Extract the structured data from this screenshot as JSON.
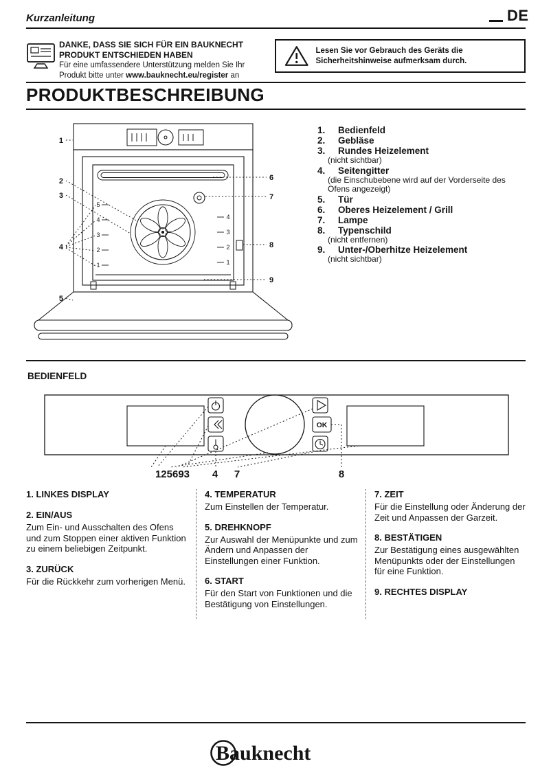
{
  "page": {
    "doc_title": "Kurzanleitung",
    "language_code": "DE"
  },
  "register_note": {
    "heading_line1": "DANKE, DASS SIE SICH FÜR EIN BAUKNECHT",
    "heading_line2": "PRODUKT ENTSCHIEDEN HABEN",
    "body_line1": "Für eine umfassendere Unterstützung melden Sie Ihr",
    "body_line2_pre": "Produkt bitte unter ",
    "body_line2_link": "www.bauknecht.eu/register",
    "body_line2_post": " an"
  },
  "safety_warning": {
    "text": "Lesen Sie vor Gebrauch des Geräts die Sicherheitshinweise aufmerksam durch."
  },
  "product_section": {
    "title": "PRODUKTBESCHREIBUNG",
    "parts": [
      {
        "num": "1.",
        "label": "Bedienfeld",
        "note": ""
      },
      {
        "num": "2.",
        "label": "Gebläse",
        "note": ""
      },
      {
        "num": "3.",
        "label": "Rundes Heizelement",
        "note": "(nicht sichtbar)"
      },
      {
        "num": "4.",
        "label": "Seitengitter",
        "note": "(die Einschubebene wird auf der Vorderseite des Ofens angezeigt)"
      },
      {
        "num": "5.",
        "label": "Tür",
        "note": ""
      },
      {
        "num": "6.",
        "label": "Oberes Heizelement / Grill",
        "note": ""
      },
      {
        "num": "7.",
        "label": "Lampe",
        "note": ""
      },
      {
        "num": "8.",
        "label": "Typenschild",
        "note": "(nicht entfernen)"
      },
      {
        "num": "9.",
        "label": "Unter-/Oberhitze Heizelement",
        "note": "(nicht sichtbar)"
      }
    ]
  },
  "oven_diagram": {
    "callout_1": "1",
    "callout_2": "2",
    "callout_3": "3",
    "callout_4": "4",
    "callout_5": "5",
    "callout_6": "6",
    "callout_7": "7",
    "callout_8": "8",
    "callout_9": "9",
    "shelf_left": [
      "5",
      "4",
      "3",
      "2",
      "1"
    ],
    "shelf_right": [
      "4",
      "3",
      "2",
      "1"
    ]
  },
  "panel_section": {
    "title": "BEDIENFELD",
    "ok_label": "OK",
    "callout_cluster": "125693",
    "callout_temp": "4",
    "callout_time": "7",
    "callout_confirm": "8"
  },
  "legend": {
    "col1": [
      {
        "title": "1. LINKES DISPLAY",
        "body": ""
      },
      {
        "title": "2. EIN/AUS",
        "body": "Zum Ein- und Ausschalten des Ofens und zum Stoppen einer aktiven Funktion zu einem beliebigen Zeitpunkt."
      },
      {
        "title": "3. ZURÜCK",
        "body": "Für die Rückkehr zum vorherigen Menü."
      }
    ],
    "col2": [
      {
        "title": "4. TEMPERATUR",
        "body": "Zum Einstellen der Temperatur."
      },
      {
        "title": "5. DREHKNOPF",
        "body": "Zur Auswahl der Menüpunkte und zum Ändern und Anpassen der Einstellungen einer Funktion."
      },
      {
        "title": "6. START",
        "body": "Für den Start von Funktionen und die Bestätigung von Einstellungen."
      }
    ],
    "col3": [
      {
        "title": "7. ZEIT",
        "body": "Für die Einstellung oder Änderung der Zeit und Anpassen der Garzeit."
      },
      {
        "title": "8. BESTÄTIGEN",
        "body": "Zur Bestätigung eines ausgewählten Menüpunkts oder der Einstellungen für eine Funktion."
      },
      {
        "title": "9. RECHTES DISPLAY",
        "body": ""
      }
    ]
  },
  "footer": {
    "logo_text": "Bauknecht"
  }
}
